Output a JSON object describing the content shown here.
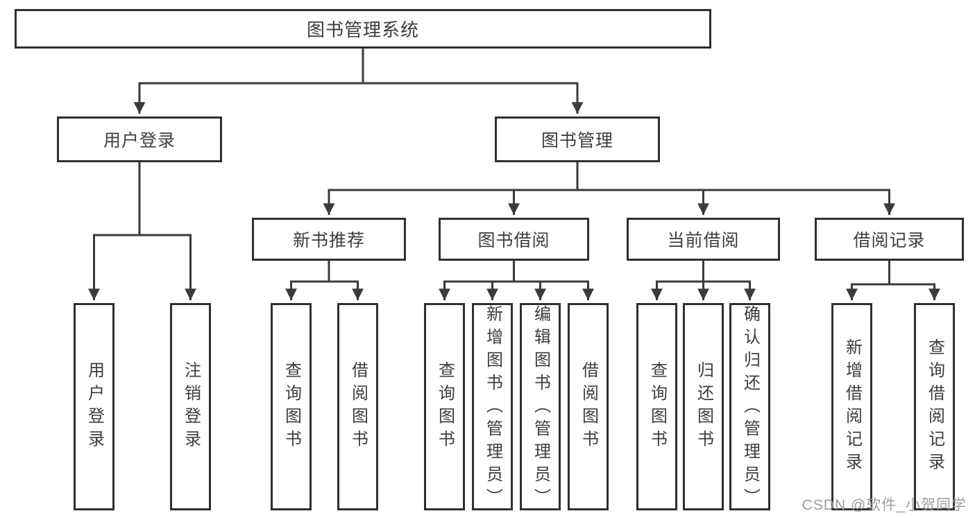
{
  "diagram": {
    "title": "图书管理系统",
    "level2": [
      {
        "label": "用户登录"
      },
      {
        "label": "图书管理"
      }
    ],
    "level3": [
      {
        "label": "新书推荐"
      },
      {
        "label": "图书借阅"
      },
      {
        "label": "当前借阅"
      },
      {
        "label": "借阅记录"
      }
    ],
    "leaves": {
      "user_login": [
        {
          "label": "用户登录"
        },
        {
          "label": "注销登录"
        }
      ],
      "new_books": [
        {
          "label": "查询图书"
        },
        {
          "label": "借阅图书"
        }
      ],
      "book_borrowing": [
        {
          "label": "查询图书"
        },
        {
          "label": "新增图书（管理员）"
        },
        {
          "label": "编辑图书（管理员）"
        },
        {
          "label": "借阅图书"
        }
      ],
      "current_borrowing": [
        {
          "label": "查询图书"
        },
        {
          "label": "归还图书"
        },
        {
          "label": "确认归还（管理员）"
        }
      ],
      "borrowing_records": [
        {
          "label": "新增借阅记录"
        },
        {
          "label": "查询借阅记录"
        }
      ]
    },
    "watermark": "CSDN @软件_小贺同学",
    "colors": {
      "line": "#3a3a3a",
      "box_border": "#2f2f2f",
      "text": "#3d3d3d",
      "watermark": "#9c9c9c",
      "background": "#ffffff"
    }
  }
}
